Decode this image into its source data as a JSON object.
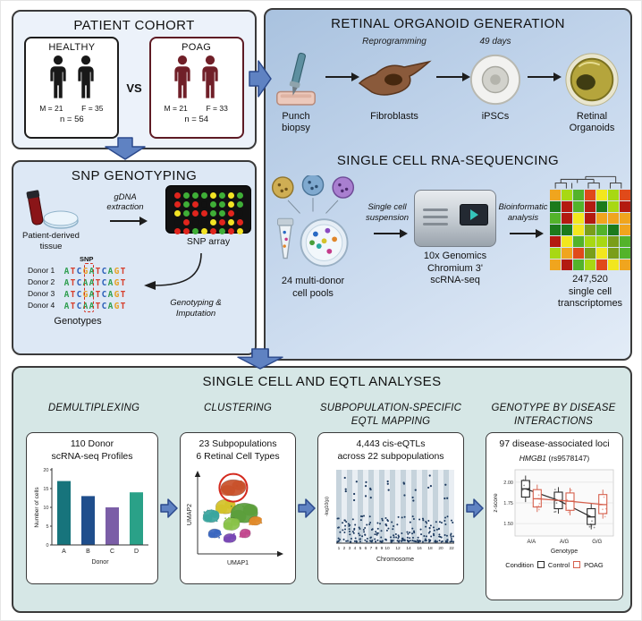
{
  "patient_cohort": {
    "title": "PATIENT COHORT",
    "vs_label": "VS",
    "healthy": {
      "label": "HEALTHY",
      "male_count": "M = 21",
      "female_count": "F = 35",
      "total": "n = 56"
    },
    "poag": {
      "label": "POAG",
      "male_count": "M = 21",
      "female_count": "F = 33",
      "total": "n = 54"
    }
  },
  "organoid_generation": {
    "title": "RETINAL ORGANOID GENERATION",
    "reprogramming_label": "Reprogramming",
    "days_label": "49 days",
    "step_labels": [
      "Punch biopsy",
      "Fibroblasts",
      "iPSCs",
      "Retinal Organoids"
    ]
  },
  "snp_genotyping": {
    "title": "SNP GENOTYPING",
    "tissue_label_lines": [
      "Patient-derived",
      "tissue"
    ],
    "gdna_label_lines": [
      "gDNA",
      "extraction"
    ],
    "array_label": "SNP array",
    "snp_marker": "SNP",
    "genotyping_label_lines": [
      "Genotyping &",
      "Imputation"
    ],
    "genotypes_label": "Genotypes",
    "array": {
      "rows": 5,
      "cols": 8,
      "dot_colors": [
        "#e0251d",
        "#3fae37",
        "#f2e224",
        "#e0251d",
        "#3fae37",
        "#111111"
      ]
    },
    "donors": [
      {
        "name": "Donor 1",
        "sequence": "ATCGATCAGT"
      },
      {
        "name": "Donor 2",
        "sequence": "ATCAATCAGT"
      },
      {
        "name": "Donor 3",
        "sequence": "ATCGATCAGT"
      },
      {
        "name": "Donor 4",
        "sequence": "ATCAATCAGT"
      }
    ],
    "base_colors": {
      "A": "#2e9e4f",
      "T": "#d6402e",
      "C": "#2b5fb8",
      "G": "#e8a020"
    }
  },
  "scrna_seq": {
    "title": "SINGLE CELL RNA-SEQUENCING",
    "pools_label_lines": [
      "24 multi-donor",
      "cell pools"
    ],
    "suspension_label_lines": [
      "Single cell",
      "suspension"
    ],
    "machine_label_lines": [
      "10x Genomics",
      "Chromium 3'",
      "scRNA-seq"
    ],
    "bioinformatic_label_lines": [
      "Bioinformatic",
      "analysis"
    ],
    "transcriptomes_label_lines": [
      "247,520",
      "single cell",
      "transcriptomes"
    ],
    "heatmap": {
      "rows": 7,
      "cols": 7,
      "palette": [
        "#1c7a1c",
        "#53b32a",
        "#a8d813",
        "#f2e71e",
        "#f0a51e",
        "#e04a1a",
        "#b31a10",
        "#7a9e1a"
      ]
    }
  },
  "analyses": {
    "title": "SINGLE CELL AND EQTL ANALYSES",
    "sections": [
      {
        "heading_lines": [
          "DEMULTIPLEXING"
        ],
        "stat_lines": [
          "110 Donor",
          "scRNA-seq Profiles"
        ]
      },
      {
        "heading_lines": [
          "CLUSTERING"
        ],
        "stat_lines": [
          "23 Subpopulations",
          "6 Retinal Cell Types"
        ]
      },
      {
        "heading_lines": [
          "SUBPOPULATION-SPECIFIC",
          "EQTL MAPPING"
        ],
        "stat_lines": [
          "4,443 cis-eQTLs",
          "across 22 subpopulations"
        ]
      },
      {
        "heading_lines": [
          "GENOTYPE BY DISEASE",
          "INTERACTIONS"
        ],
        "stat_lines": [
          "97 disease-associated loci"
        ]
      }
    ],
    "boxplot_title_gene": "HMGB1",
    "boxplot_title_snp": "(rs9578147)",
    "legend": {
      "title": "Condition",
      "items": [
        {
          "label": "Control",
          "color": "#2a2a2a"
        },
        {
          "label": "POAG",
          "color": "#d6604d"
        }
      ]
    }
  },
  "chart_data": [
    {
      "id": "demultiplexing_bar",
      "type": "bar",
      "title": "110 Donor scRNA-seq Profiles",
      "categories": [
        "A",
        "B",
        "C",
        "D"
      ],
      "values": [
        17,
        13,
        10,
        14
      ],
      "colors": [
        "#17747c",
        "#1f4e8c",
        "#7b5ea7",
        "#2aa188"
      ],
      "xlabel": "Donor",
      "ylabel": "Number of cells",
      "ylim": [
        0,
        20
      ],
      "yticks": [
        0,
        5,
        10,
        15,
        20
      ]
    },
    {
      "id": "clustering_umap",
      "type": "scatter",
      "xlabel": "UMAP1",
      "ylabel": "UMAP2",
      "clusters": [
        {
          "x": 42,
          "y": 84,
          "rx": 14,
          "ry": 9,
          "color": "#c8502a"
        },
        {
          "x": 33,
          "y": 60,
          "rx": 11,
          "ry": 8,
          "color": "#d4c22a"
        },
        {
          "x": 55,
          "y": 52,
          "rx": 15,
          "ry": 11,
          "color": "#5a9e3a"
        },
        {
          "x": 16,
          "y": 48,
          "rx": 9,
          "ry": 7,
          "color": "#38a49e"
        },
        {
          "x": 40,
          "y": 38,
          "rx": 9,
          "ry": 7,
          "color": "#88c248"
        },
        {
          "x": 68,
          "y": 42,
          "rx": 7,
          "ry": 5,
          "color": "#e08a2a"
        },
        {
          "x": 20,
          "y": 26,
          "rx": 7,
          "ry": 5,
          "color": "#3a66c0"
        },
        {
          "x": 38,
          "y": 20,
          "rx": 7,
          "ry": 5,
          "color": "#7846b4"
        },
        {
          "x": 56,
          "y": 26,
          "rx": 6,
          "ry": 5,
          "color": "#c2488e"
        }
      ],
      "highlight_ring": {
        "x": 42,
        "y": 84,
        "r": 15.5,
        "color": "#d42a1e"
      }
    },
    {
      "id": "eqtl_manhattan",
      "type": "scatter",
      "xlabel": "Chromosome",
      "ylabel": "-log10(p)",
      "chromosomes": [
        "1",
        "2",
        "3",
        "4",
        "5",
        "6",
        "7",
        "8",
        "9",
        "10",
        "11",
        "12",
        "13",
        "14",
        "15",
        "16",
        "17",
        "18",
        "19",
        "20",
        "21",
        "22"
      ],
      "x_tick_labels": [
        "1",
        "2",
        "3",
        "4",
        "5",
        "6",
        "7",
        "8",
        "9",
        "10",
        "",
        "12",
        "",
        "14",
        "",
        "16",
        "",
        "18",
        "",
        "20",
        "",
        "22"
      ],
      "significant_chromosomes": [
        1,
        3,
        5,
        6,
        9,
        12,
        14,
        17,
        20
      ],
      "point_color": "#1d3a5f",
      "stripe_colors": [
        "#c6d3dc",
        "#e9eef3"
      ]
    },
    {
      "id": "interaction_boxplot",
      "type": "boxplot",
      "xlabel": "Genotype",
      "ylabel": "z-score",
      "categories": [
        "A/A",
        "A/G",
        "G/G"
      ],
      "ylim": [
        1.35,
        2.15
      ],
      "yticks": [
        "1.50",
        "1.75",
        "2.00"
      ],
      "series": [
        {
          "name": "Control",
          "color": "#2a2a2a",
          "medians": [
            1.92,
            1.78,
            1.58
          ],
          "iqr": [
            [
              1.82,
              2.02
            ],
            [
              1.68,
              1.88
            ],
            [
              1.49,
              1.68
            ]
          ]
        },
        {
          "name": "POAG",
          "color": "#d6604d",
          "medians": [
            1.8,
            1.77,
            1.73
          ],
          "iqr": [
            [
              1.7,
              1.91
            ],
            [
              1.66,
              1.87
            ],
            [
              1.62,
              1.85
            ]
          ]
        }
      ]
    }
  ]
}
